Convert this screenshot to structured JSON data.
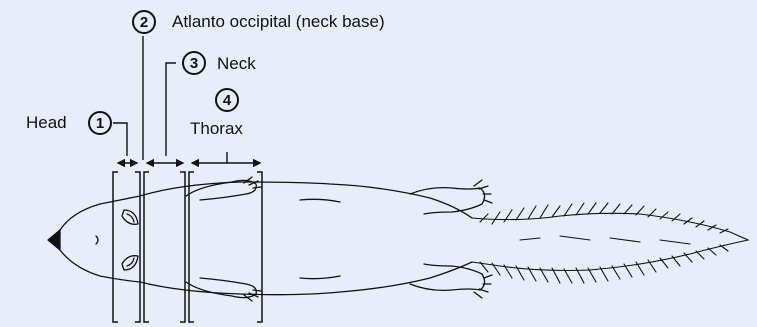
{
  "labels": {
    "head": "Head",
    "atlanto": "Atlanto occipital (neck base)",
    "neck": "Neck",
    "thorax": "Thorax"
  },
  "markers": {
    "one": "1",
    "two": "2",
    "three": "3",
    "four": "4"
  },
  "colors": {
    "background": "#e8eef9",
    "ink": "#111111"
  },
  "icons": {
    "animal": "ferret-outline-icon",
    "dimension": "double-arrow-icon",
    "region": "bracket-box-icon"
  }
}
